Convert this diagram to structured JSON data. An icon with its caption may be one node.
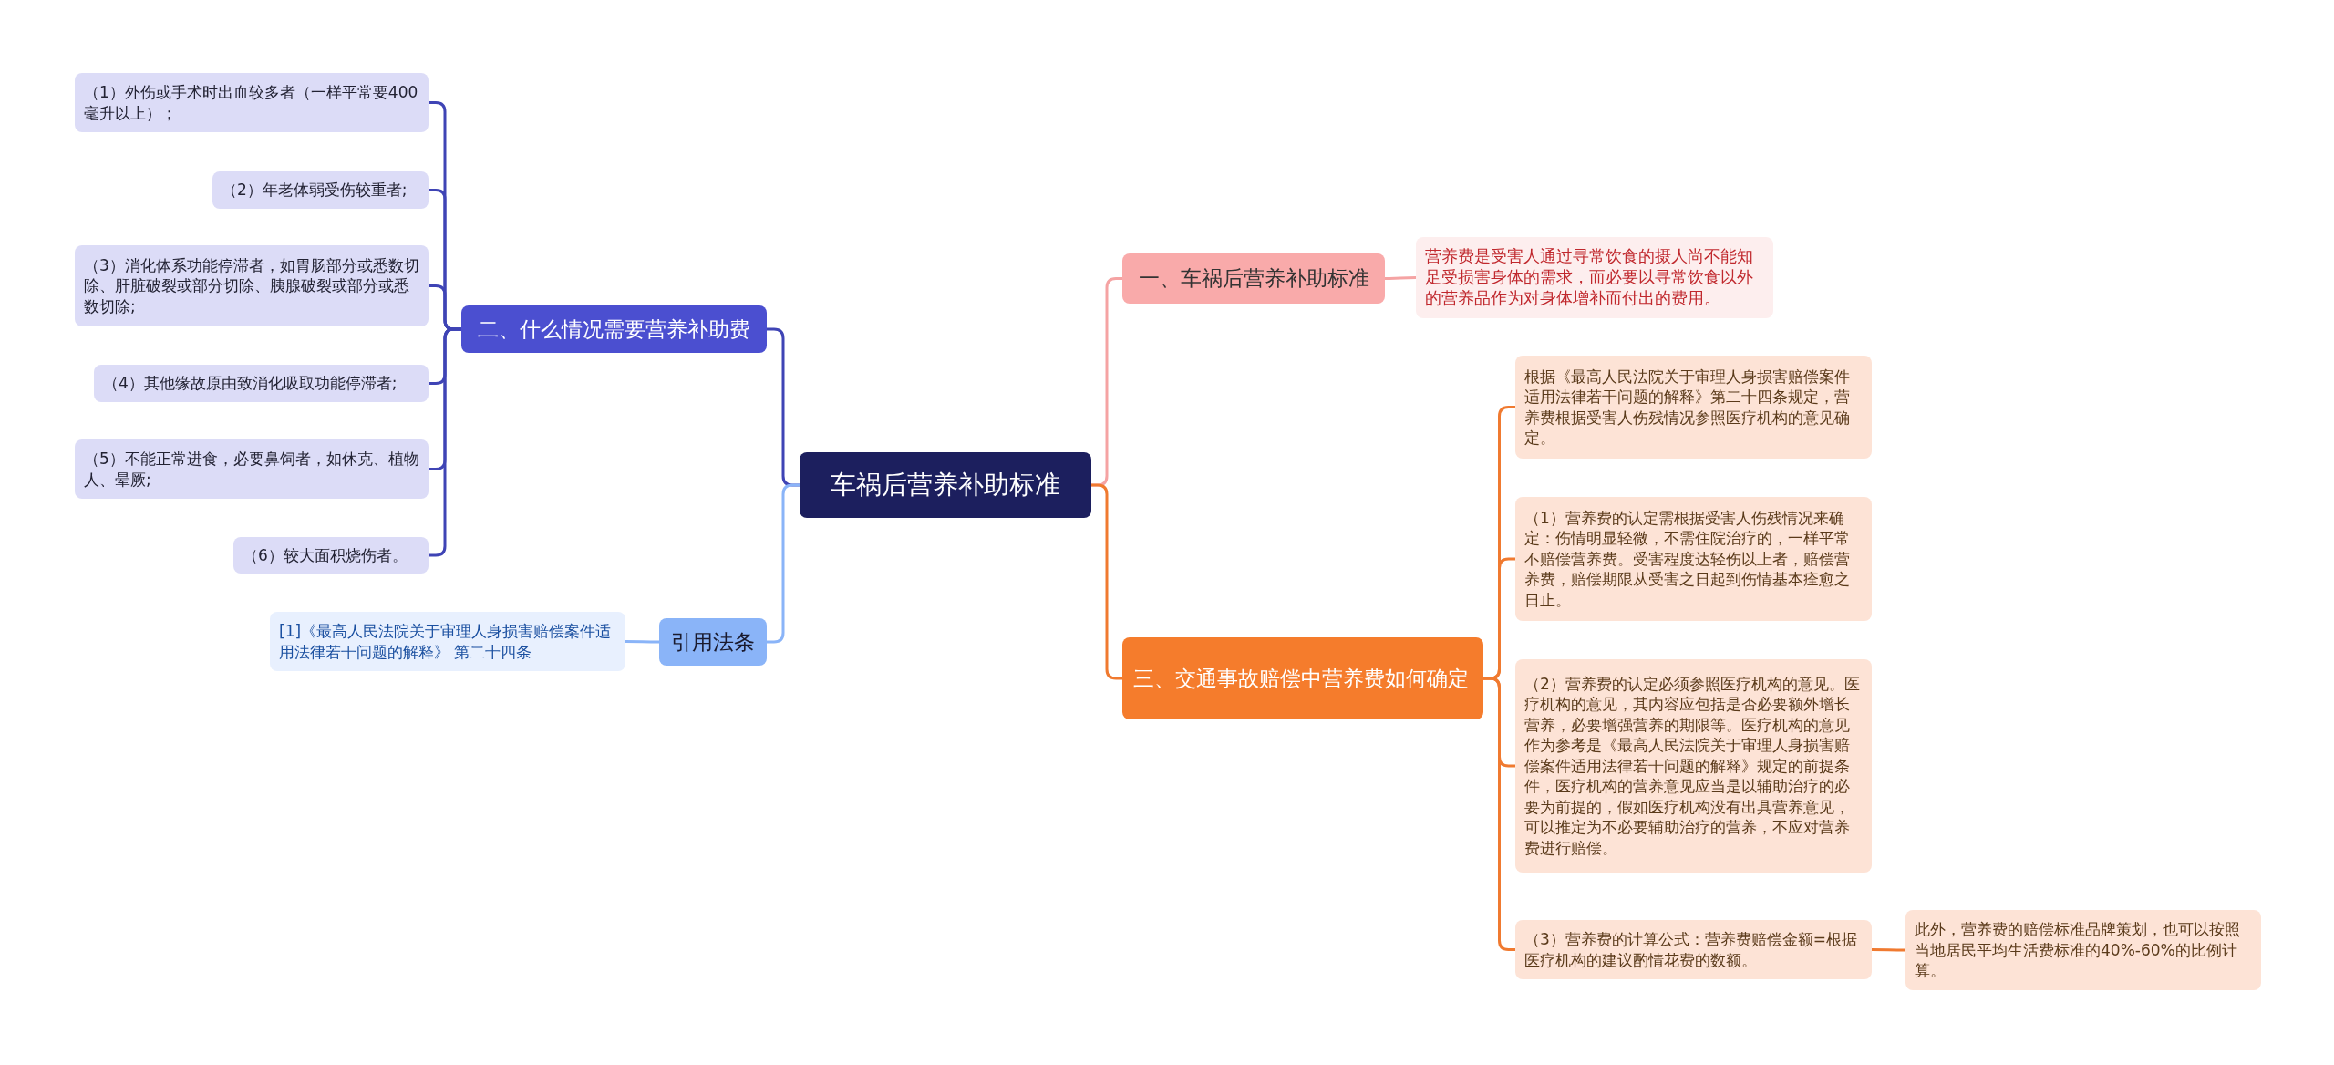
{
  "diagram": {
    "nodes": [
      {
        "text": [
          "车祸后营养补助标准"
        ]
      },
      {
        "text": [
          "二、什么情况需要营养补助费"
        ]
      },
      {
        "text": [
          "（1）外伤或手术时出血较多者（一样平常要400毫升以上）；"
        ]
      },
      {
        "text": [
          "（2）年老体弱受伤较重者;"
        ]
      },
      {
        "text": [
          "（3）消化体系功能停滞者，如胃肠部分或悉数切除、肝脏破裂或部分切除、胰腺破裂或部分或悉数切除;"
        ]
      },
      {
        "text": [
          "（4）其他缘故原由致消化吸取功能停滞者;"
        ]
      },
      {
        "text": [
          "（5）不能正常进食，必要鼻饲者，如休克、植物人、晕厥;"
        ]
      },
      {
        "text": [
          "（6）较大面积烧伤者。"
        ]
      },
      {
        "text": [
          "引用法条"
        ]
      },
      {
        "text": [
          "[1]《最高人民法院关于审理人身损害赔偿案件适用法律若干问题的解释》 第二十四条"
        ]
      },
      {
        "text": [
          "一、车祸后营养补助标准"
        ]
      },
      {
        "text": [
          "营养费是受害人通过寻常饮食的摄人尚不能知足受损害身体的需求，而必要以寻常饮食以外的营养品作为对身体增补而付出的费用。"
        ]
      },
      {
        "text": [
          "三、交通事故赔偿中营养费如何确定"
        ]
      },
      {
        "text": [
          "根据《最高人民法院关于审理人身损害赔偿案件适用法律若干问题的解释》第二十四条规定，营养费根据受害人伤残情况参照医疗机构的意见确定。"
        ]
      },
      {
        "text": [
          "（1）营养费的认定需根据受害人伤残情况来确定：伤情明显轻微，不需住院治疗的，一样平常不赔偿营养费。受害程度达轻伤以上者，赔偿营养费，赔偿期限从受害之日起到伤情基本痊愈之日止。"
        ]
      },
      {
        "text": [
          "（2）营养费的认定必须参照医疗机构的意见。医疗机构的意见，其内容应包括是否必要额外增长营养，必要增强营养的期限等。医疗机构的意见作为参考是《最高人民法院关于审理人身损害赔偿案件适用法律若干问题的解释》规定的前提条件，医疗机构的营养意见应当是以辅助治疗的必要为前提的，假如医疗机构没有出具营养意见，可以推定为不必要辅助治疗的营养，不应对营养费进行赔偿。"
        ]
      },
      {
        "text": [
          "（3）营养费的计算公式：营养费赔偿金额=根据医疗机构的建议酌情花费的数额。"
        ]
      },
      {
        "text": [
          "此外，营养费的赔偿标准品牌策划，也可以按照当地居民平均生活费标准的40%-60%的比例计算。"
        ]
      }
    ],
    "edges": [
      {
        "from": 0,
        "to": 1,
        "arrow": "none"
      },
      {
        "from": 1,
        "to": 2,
        "arrow": "none"
      },
      {
        "from": 1,
        "to": 3,
        "arrow": "none"
      },
      {
        "from": 1,
        "to": 4,
        "arrow": "none"
      },
      {
        "from": 1,
        "to": 5,
        "arrow": "none"
      },
      {
        "from": 1,
        "to": 6,
        "arrow": "none"
      },
      {
        "from": 1,
        "to": 7,
        "arrow": "none"
      },
      {
        "from": 0,
        "to": 8,
        "arrow": "none",
        "color": "#8ab4f8"
      },
      {
        "from": 8,
        "to": 9,
        "arrow": "none",
        "color": "#8ab4f8"
      },
      {
        "from": 0,
        "to": 10,
        "arrow": "none",
        "color": "#f5a3a3"
      },
      {
        "from": 10,
        "to": 11,
        "arrow": "none",
        "color": "#f5a3a3"
      },
      {
        "from": 0,
        "to": 12,
        "arrow": "none",
        "color": "#f07a30"
      },
      {
        "from": 12,
        "to": 13,
        "arrow": "none",
        "color": "#f07a30"
      },
      {
        "from": 12,
        "to": 14,
        "arrow": "none",
        "color": "#f07a30"
      },
      {
        "from": 12,
        "to": 15,
        "arrow": "none",
        "color": "#f07a30"
      },
      {
        "from": 12,
        "to": 16,
        "arrow": "none",
        "color": "#f07a30"
      },
      {
        "from": 16,
        "to": 17,
        "arrow": "none",
        "color": "#f07a30"
      }
    ]
  }
}
